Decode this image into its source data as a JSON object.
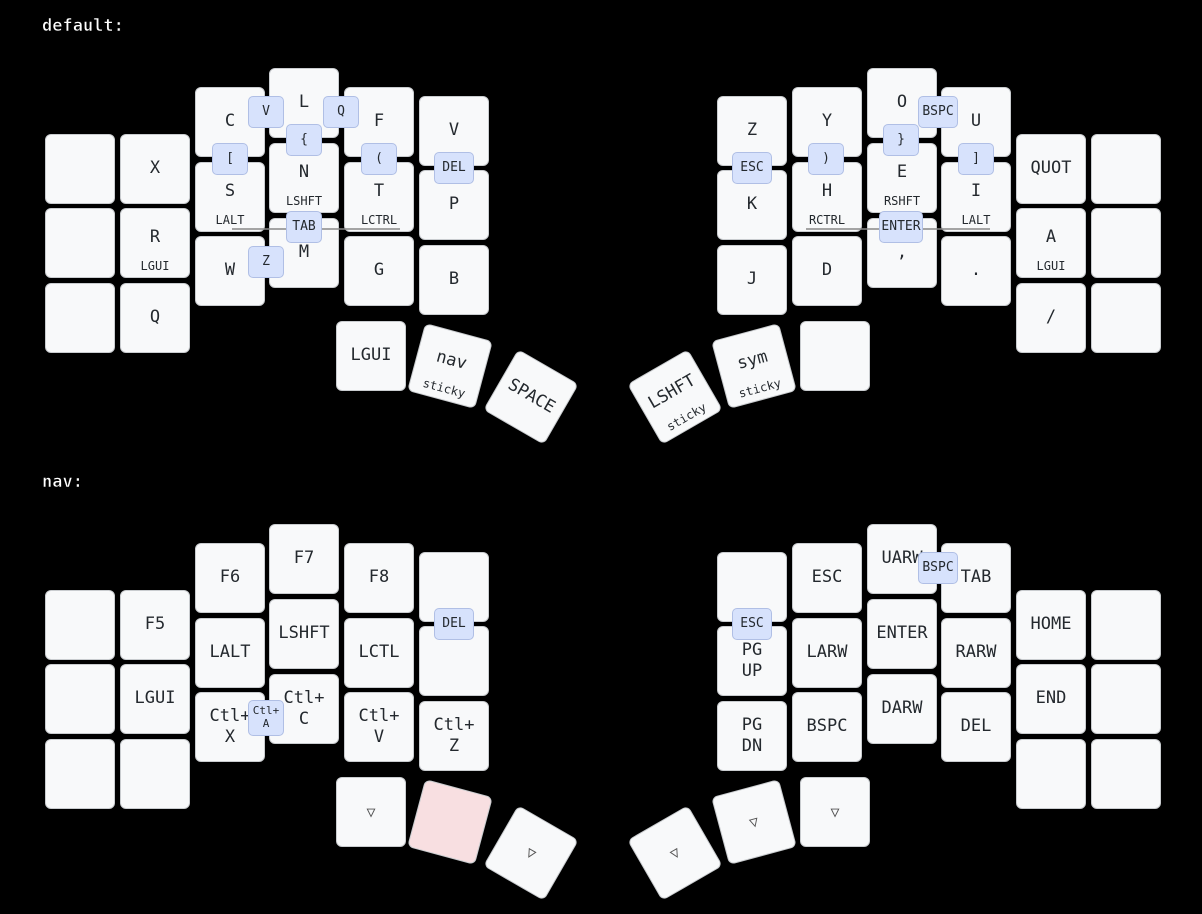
{
  "layers": [
    {
      "id": "default",
      "title": "default:",
      "keys": [
        {
          "tap": "",
          "hold": ""
        },
        {
          "tap": "X",
          "hold": ""
        },
        {
          "tap": "C",
          "hold": ""
        },
        {
          "tap": "L",
          "hold": ""
        },
        {
          "tap": "F",
          "hold": ""
        },
        {
          "tap": "V",
          "hold": ""
        },
        {
          "tap": "",
          "hold": ""
        },
        {
          "tap": "R",
          "hold": "LGUI"
        },
        {
          "tap": "S",
          "hold": "LALT"
        },
        {
          "tap": "N",
          "hold": "LSHFT"
        },
        {
          "tap": "T",
          "hold": "LCTRL"
        },
        {
          "tap": "P",
          "hold": ""
        },
        {
          "tap": "",
          "hold": ""
        },
        {
          "tap": "Q",
          "hold": ""
        },
        {
          "tap": "W",
          "hold": ""
        },
        {
          "tap": "M",
          "hold": ""
        },
        {
          "tap": "G",
          "hold": ""
        },
        {
          "tap": "B",
          "hold": ""
        },
        {
          "tap": "LGUI",
          "hold": ""
        },
        {
          "tap": "nav",
          "hold": "sticky"
        },
        {
          "tap": "SPACE",
          "hold": ""
        },
        {
          "tap": "Z",
          "hold": ""
        },
        {
          "tap": "Y",
          "hold": ""
        },
        {
          "tap": "O",
          "hold": ""
        },
        {
          "tap": "U",
          "hold": ""
        },
        {
          "tap": "QUOT",
          "hold": ""
        },
        {
          "tap": "",
          "hold": ""
        },
        {
          "tap": "K",
          "hold": ""
        },
        {
          "tap": "H",
          "hold": "RCTRL"
        },
        {
          "tap": "E",
          "hold": "RSHFT"
        },
        {
          "tap": "I",
          "hold": "LALT"
        },
        {
          "tap": "A",
          "hold": "LGUI"
        },
        {
          "tap": "",
          "hold": ""
        },
        {
          "tap": "J",
          "hold": ""
        },
        {
          "tap": "D",
          "hold": ""
        },
        {
          "tap": ",",
          "hold": ""
        },
        {
          "tap": ".",
          "hold": ""
        },
        {
          "tap": "/",
          "hold": ""
        },
        {
          "tap": "",
          "hold": ""
        },
        {
          "tap": "LSHFT",
          "hold": "sticky"
        },
        {
          "tap": "sym",
          "hold": "sticky"
        },
        {
          "tap": "",
          "hold": ""
        }
      ],
      "combos": [
        "V",
        "Q",
        "{",
        "[",
        "(",
        "DEL",
        "TAB",
        "Z",
        "BSPC",
        "}",
        ")",
        "]",
        "ESC",
        "ENTER"
      ]
    },
    {
      "id": "nav",
      "title": "nav:",
      "keys": [
        {
          "tap": "",
          "hold": ""
        },
        {
          "tap": "F5",
          "hold": ""
        },
        {
          "tap": "F6",
          "hold": ""
        },
        {
          "tap": "F7",
          "hold": ""
        },
        {
          "tap": "F8",
          "hold": ""
        },
        {
          "tap": "",
          "hold": ""
        },
        {
          "tap": "",
          "hold": ""
        },
        {
          "tap": "LGUI",
          "hold": ""
        },
        {
          "tap": "LALT",
          "hold": ""
        },
        {
          "tap": "LSHFT",
          "hold": ""
        },
        {
          "tap": "LCTL",
          "hold": ""
        },
        {
          "tap": "",
          "hold": ""
        },
        {
          "tap": "",
          "hold": ""
        },
        {
          "tap": "",
          "hold": ""
        },
        {
          "tap": "Ctl+\nX",
          "hold": ""
        },
        {
          "tap": "Ctl+\nC",
          "hold": ""
        },
        {
          "tap": "Ctl+\nV",
          "hold": ""
        },
        {
          "tap": "Ctl+\nZ",
          "hold": ""
        },
        {
          "tap": "▽",
          "hold": ""
        },
        {
          "tap": "",
          "hold": ""
        },
        {
          "tap": "▽",
          "hold": ""
        },
        {
          "tap": "",
          "hold": ""
        },
        {
          "tap": "ESC",
          "hold": ""
        },
        {
          "tap": "UARW",
          "hold": ""
        },
        {
          "tap": "TAB",
          "hold": ""
        },
        {
          "tap": "HOME",
          "hold": ""
        },
        {
          "tap": "",
          "hold": ""
        },
        {
          "tap": "PG\nUP",
          "hold": ""
        },
        {
          "tap": "LARW",
          "hold": ""
        },
        {
          "tap": "ENTER",
          "hold": ""
        },
        {
          "tap": "RARW",
          "hold": ""
        },
        {
          "tap": "END",
          "hold": ""
        },
        {
          "tap": "",
          "hold": ""
        },
        {
          "tap": "PG\nDN",
          "hold": ""
        },
        {
          "tap": "BSPC",
          "hold": ""
        },
        {
          "tap": "DARW",
          "hold": ""
        },
        {
          "tap": "DEL",
          "hold": ""
        },
        {
          "tap": "",
          "hold": ""
        },
        {
          "tap": "",
          "hold": ""
        },
        {
          "tap": "▽",
          "hold": ""
        },
        {
          "tap": "▽",
          "hold": ""
        },
        {
          "tap": "▽",
          "hold": ""
        }
      ],
      "combos": [
        "Ctl+\nA",
        "DEL",
        "BSPC",
        "ESC"
      ]
    }
  ],
  "colors": {
    "background": "#000000",
    "key_fill": "#f8f9fa",
    "key_border": "#c9cccf",
    "held_key_fill": "#f8dfe1",
    "combo_fill": "#d7e2fc",
    "text": "#24292e"
  }
}
